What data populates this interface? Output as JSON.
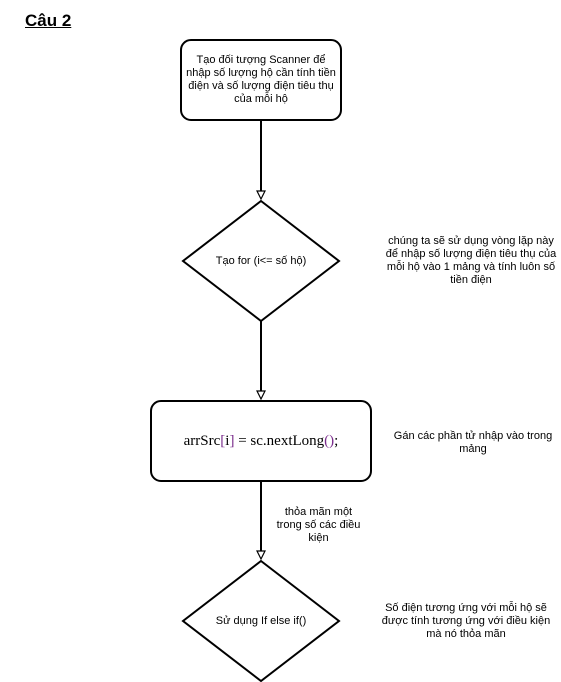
{
  "title": "Câu 2",
  "nodes": {
    "start_box": "Tạo đối tượng Scanner để nhập số lượng hộ cần tính tiền điện và số lượng điện tiêu thụ của mỗi hộ",
    "for_diamond": "Tạo for (i<= số hộ)",
    "input_box": {
      "var": "arrSrc",
      "lbracket": "[",
      "index": "i",
      "rbracket": "]",
      "assign": " = sc.nextLong",
      "parens": "()",
      "semicolon": ";"
    },
    "ifelse_diamond": "Sử dụng If else if()"
  },
  "edge_labels": {
    "input_to_ifelse": "thỏa mãn một trong số các điều kiện"
  },
  "notes": {
    "for_note": "chúng ta sẽ sử dụng vòng lặp này để nhập số lượng điện tiêu thụ của mỗi hộ vào 1 mảng và tính luôn số tiền điện",
    "input_note": "Gán các phần tử nhập vào trong mảng",
    "ifelse_note": "Số điện tương ứng với mỗi hộ sẽ được tính tương ứng với điều kiện mà nó thỏa mãn"
  },
  "colors": {
    "code_purple": "#7a2c8c"
  }
}
